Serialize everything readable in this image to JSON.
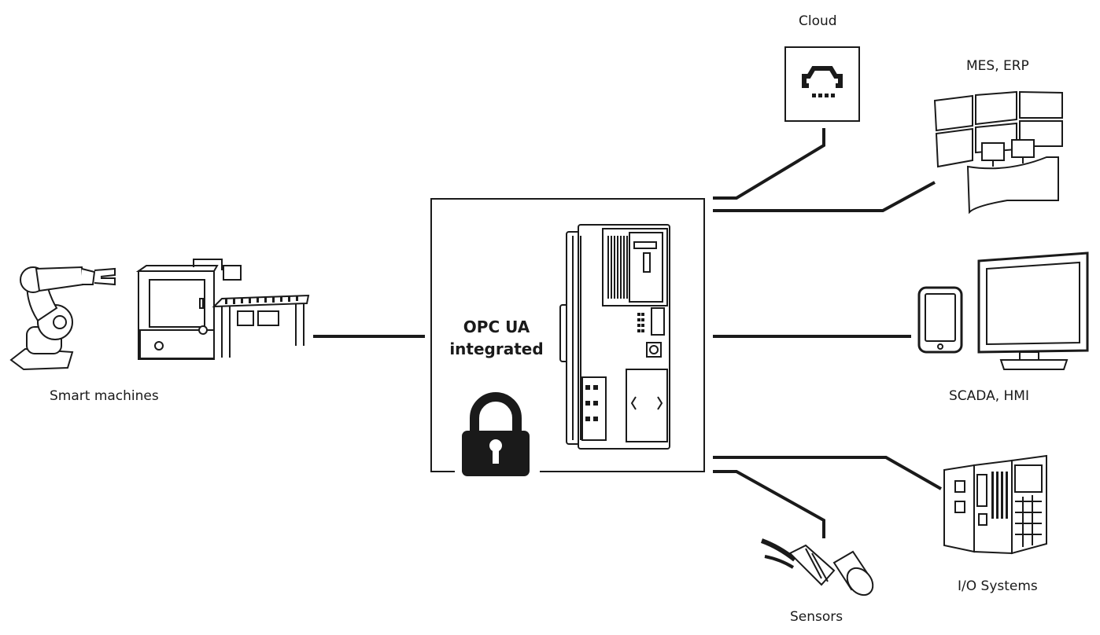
{
  "center": {
    "line1": "OPC UA",
    "line2": "integrated"
  },
  "nodes": {
    "smart_machines": "Smart machines",
    "cloud": "Cloud",
    "mes_erp": "MES, ERP",
    "scada_hmi": "SCADA, HMI",
    "io_systems": "I/O Systems",
    "sensors": "Sensors"
  },
  "colors": {
    "ink": "#1a1a1a",
    "background": "#ffffff"
  },
  "icons": [
    "robot-arm-icon",
    "production-machine-icon",
    "conveyor-icon",
    "cloud-network-icon",
    "control-room-icon",
    "tablet-icon",
    "monitor-icon",
    "io-system-icon",
    "sensor-icon",
    "padlock-icon",
    "controller-icon"
  ]
}
